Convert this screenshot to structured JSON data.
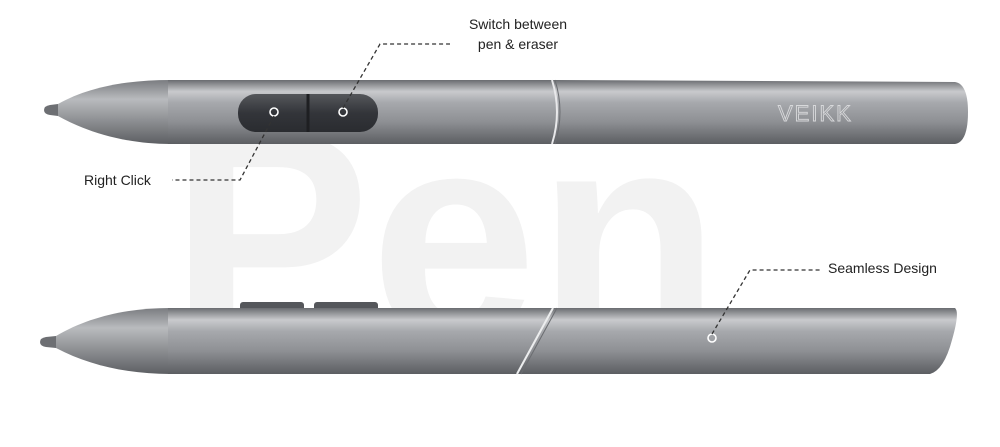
{
  "watermark": {
    "text": "Pen",
    "color": "#f3f3f3"
  },
  "brand": {
    "text": "VEIKK"
  },
  "callouts": {
    "switch": {
      "line1": "Switch between",
      "line2": "pen & eraser"
    },
    "right_click": {
      "label": "Right Click"
    },
    "seamless": {
      "label": "Seamless Design"
    }
  },
  "colors": {
    "pen_body_mid": "#8f9195",
    "pen_body_light": "#c8c9cc",
    "pen_body_dark": "#5f6165",
    "button_dark": "#3a3c40",
    "leader_line": "#333333",
    "text": "#222222"
  }
}
